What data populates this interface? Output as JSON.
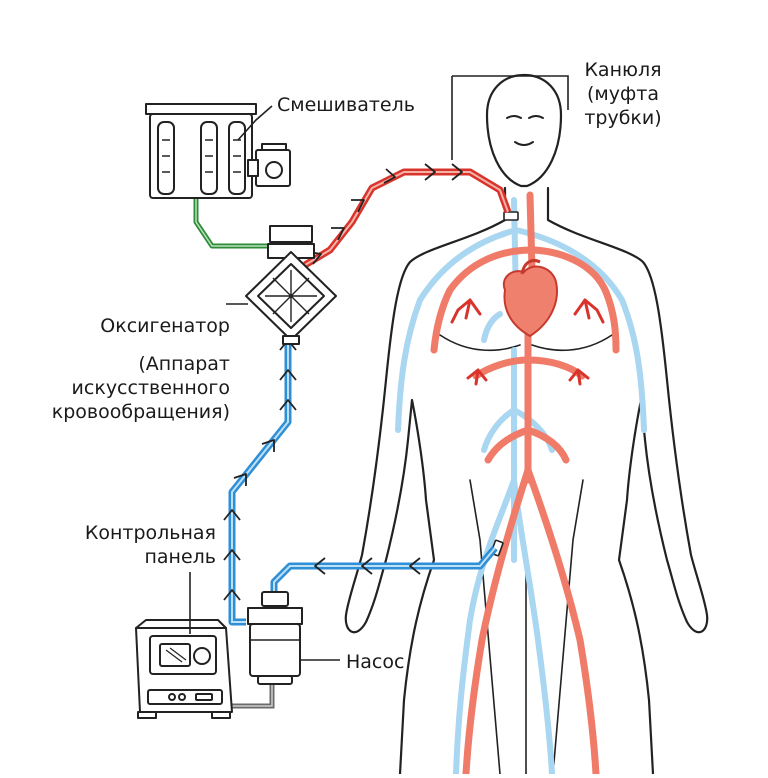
{
  "labels": {
    "mixer": "Смешиватель",
    "cannula_l1": "Канюля",
    "cannula_l2": "(муфта",
    "cannula_l3": "трубки)",
    "oxygenator": "Оксигенатор",
    "heart_lung_l1": "(Аппарат",
    "heart_lung_l2": "искусственного",
    "heart_lung_l3": "кровообращения)",
    "control_l1": "Контрольная",
    "control_l2": "панель",
    "pump": "Насос"
  },
  "colors": {
    "arterial": "#d8342c",
    "arterial_fill": "#f0806e",
    "venous": "#2f8fd6",
    "venous_light": "#a9d6f0",
    "outline": "#222222",
    "mixer_line": "#2e8b3a",
    "cable": "#6a6a6a"
  }
}
